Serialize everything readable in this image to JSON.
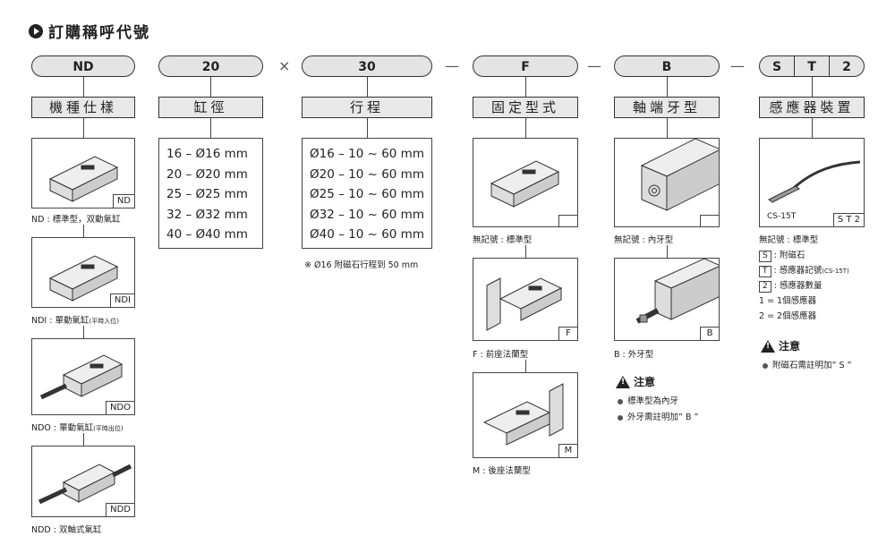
{
  "title": "訂購稱呼代號",
  "codes": {
    "nd": "ND",
    "bore": "20",
    "stroke": "30",
    "mount": "F",
    "thread": "B",
    "s1": "S",
    "s2": "T",
    "s3": "2"
  },
  "separators": {
    "x": "×",
    "dash": "—"
  },
  "labels": {
    "model": "機種仕樣",
    "bore": "缸徑",
    "stroke": "行程",
    "mount": "固定型式",
    "thread": "軸端牙型",
    "sensor": "感應器裝置"
  },
  "bore_list": "16 – Ø16 mm\n20 – Ø20 mm\n25 – Ø25 mm\n32 – Ø32 mm\n40 – Ø40 mm",
  "stroke_list": "Ø16 – 10 ~ 60 mm\nØ20 – 10 ~ 60 mm\nØ25 – 10 ~ 60 mm\nØ32 – 10 ~ 60 mm\nØ40 – 10 ~ 60 mm",
  "stroke_note": "※ Ø16 附磁石行程到 50 mm",
  "model_items": [
    {
      "tag": "ND",
      "caption": "ND : 標準型，双動氣缸",
      "small": ""
    },
    {
      "tag": "NDI",
      "caption": "NDI : 單動氣缸",
      "small": "(平時入位)"
    },
    {
      "tag": "NDO",
      "caption": "NDO : 單動氣缸",
      "small": "(平時出位)"
    },
    {
      "tag": "NDD",
      "caption": "NDD : 双軸式氣缸",
      "small": ""
    }
  ],
  "mount_items": [
    {
      "tag": "",
      "caption": "無記號 : 標準型"
    },
    {
      "tag": "F",
      "caption": "F :  前座法蘭型"
    },
    {
      "tag": "M",
      "caption": "M :  後座法蘭型"
    }
  ],
  "thread_items": [
    {
      "tag": "",
      "caption": "無記號 : 內牙型"
    },
    {
      "tag": "B",
      "caption": "B :  外牙型"
    }
  ],
  "thread_note": {
    "title": "注意",
    "b1": "標準型為內牙",
    "b2": "外牙需註明加” B ”"
  },
  "sensor": {
    "pic_label": "CS-15T",
    "pic_tag": "S T 2",
    "l1": "無記號 : 標準型",
    "s_key": "S",
    "s_text": ": 附磁石",
    "t_key": "T",
    "t_text": ": 感應器記號",
    "t_small": "(CS-15T)",
    "n_key": "2",
    "n_text": ": 感應器數量",
    "q1": "1 = 1個感應器",
    "q2": "2 = 2個感應器",
    "note_title": "注意",
    "note_b1": "附磁石需註明加” S ”"
  }
}
